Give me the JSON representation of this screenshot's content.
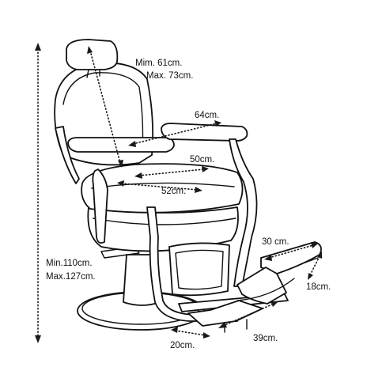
{
  "colors": {
    "line": "#111111",
    "background": "#ffffff"
  },
  "labels": {
    "headrest_min": "Mim. 61cm.",
    "headrest_max": "Max. 73cm.",
    "armrest_span": "64cm.",
    "seat_depth": "50cm.",
    "seat_width": "52cm.",
    "height_min": "Min.110cm.",
    "height_max": "Max.127cm.",
    "footrest_width": "30 cm.",
    "footrest_height": "18cm.",
    "base_offset": "20cm.",
    "footrest_depth": "39cm."
  }
}
